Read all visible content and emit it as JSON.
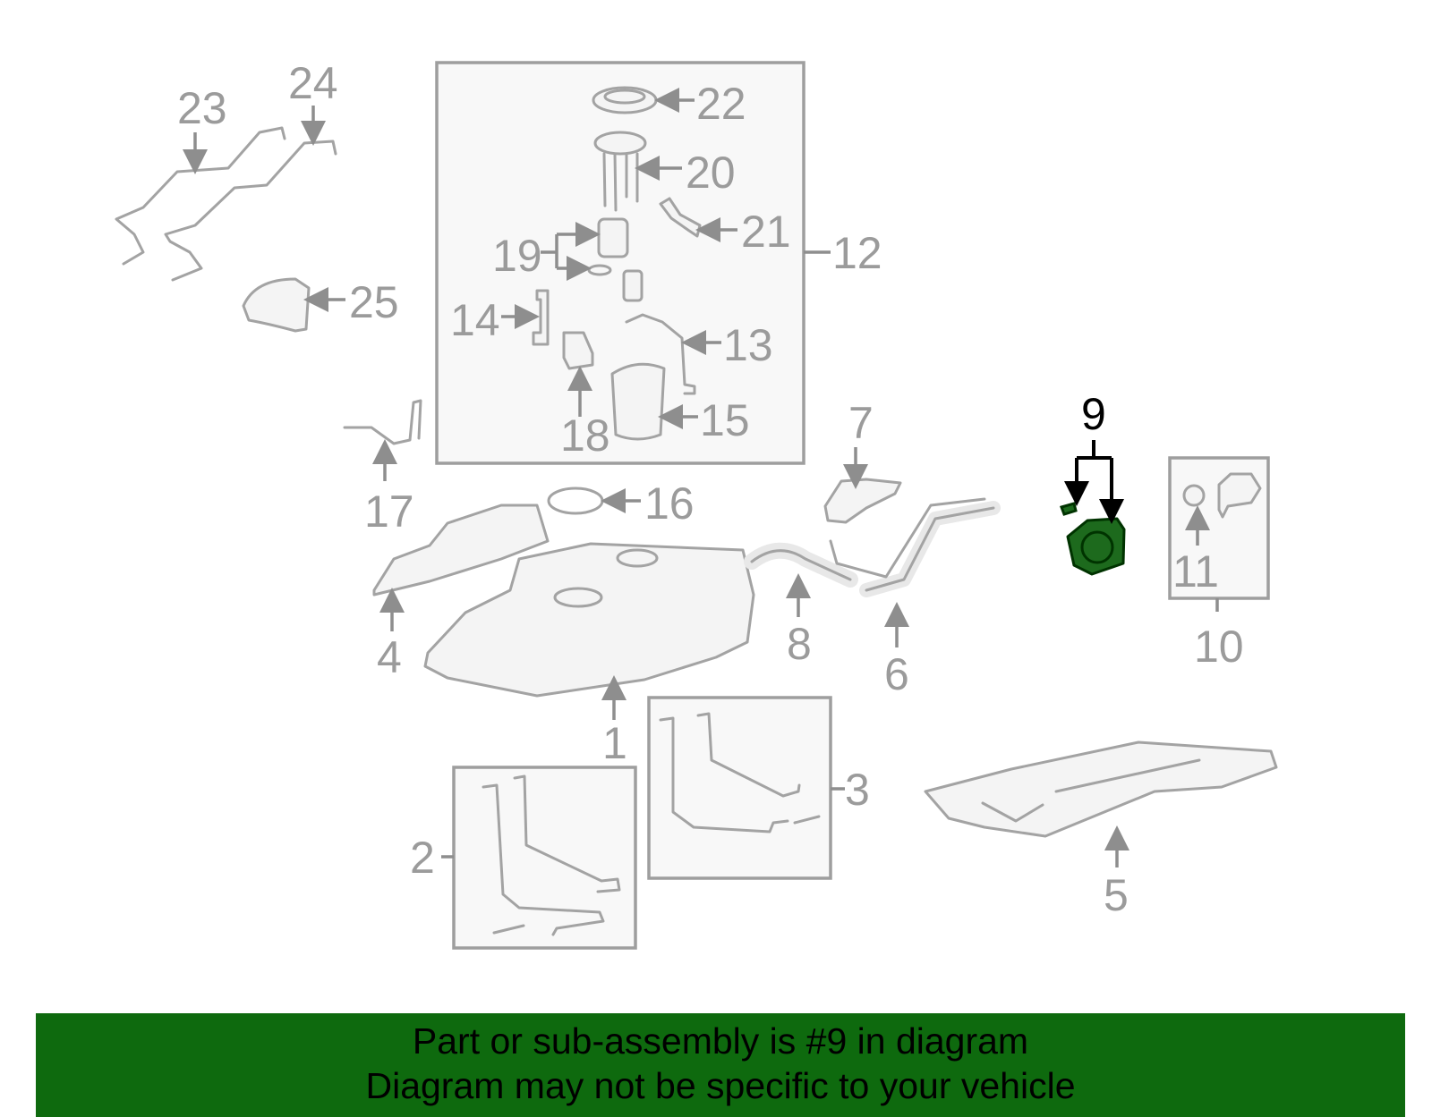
{
  "diagram": {
    "highlight_color": "#1d6a1d",
    "callouts": {
      "c1": "1",
      "c2": "2",
      "c3": "3",
      "c4": "4",
      "c5": "5",
      "c6": "6",
      "c7": "7",
      "c8": "8",
      "c9": "9",
      "c10": "10",
      "c11": "11",
      "c12": "12",
      "c13": "13",
      "c14": "14",
      "c15": "15",
      "c16": "16",
      "c17": "17",
      "c18": "18",
      "c19": "19",
      "c20": "20",
      "c21": "21",
      "c22": "22",
      "c23": "23",
      "c24": "24",
      "c25": "25"
    },
    "highlighted_callout": "9"
  },
  "banner": {
    "line1": "Part or sub-assembly is #9 in diagram",
    "line2": "Diagram may not be specific to your vehicle",
    "background": "#0e6a0e"
  }
}
